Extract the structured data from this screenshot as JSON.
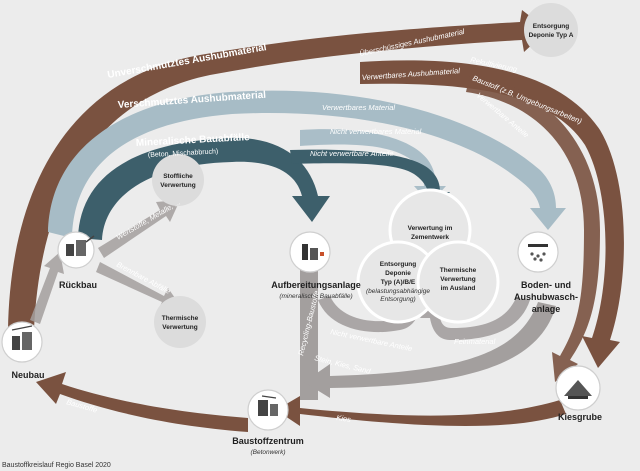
{
  "nodes": {
    "rueckbau": "Rückbau",
    "neubau": "Neubau",
    "aufbereitung_title": "Aufbereitungsanlage",
    "aufbereitung_sub": "(mineralische Bauabfälle)",
    "boden_line1": "Boden- und",
    "boden_line2": "Aushubwasch-",
    "boden_line3": "anlage",
    "kiesgrube": "Kiesgrube",
    "baustoffzentrum_title": "Baustoffzentrum",
    "baustoffzentrum_sub": "(Betonwerk)",
    "stoffliche_1": "Stoffliche",
    "stoffliche_2": "Verwertung",
    "thermische_1": "Thermische",
    "thermische_2": "Verwertung",
    "zement_1": "Verwertung im",
    "zement_2": "Zementwerk",
    "deponie_1": "Entsorgung",
    "deponie_2": "Deponie",
    "deponie_3": "Typ (A)/B/E",
    "deponie_4": "(belastungsabhängige",
    "deponie_5": "Entsorgung)",
    "ausland_1": "Thermische",
    "ausland_2": "Verwertung",
    "ausland_3": "im Ausland",
    "typA_1": "Entsorgung",
    "typA_2": "Deponie Typ A"
  },
  "bands": {
    "unverschmutzt": "Unverschmutztes Aushubmaterial",
    "verschmutzt": "Verschmutztes Aushubmaterial",
    "mineralisch": "Mineralische Bauabfälle",
    "mineralisch_sub": "(Beton, Mischabbruch)"
  },
  "flow_labels": {
    "ueberschuessig": "Überschüssiges Aushubmaterial",
    "verwertbar_aushub": "Verwertbares Aushubmaterial",
    "rekultivierung": "Rekultivierung",
    "baustoff_umgebung": "Baustoff (z.B. Umgebungsarbeiten)",
    "verwertbare_anteile_r": "Verwertbare Anteile",
    "verwertbares_material": "Verwertbares Material",
    "nicht_verwertbares_material": "Nicht verwertbares Material",
    "nicht_verwertbare_anteile": "Nicht verwertbare Anteile",
    "wertstoffe": "Wertstoffe, Metalle, ...",
    "brennbare": "Brennbare Abfälle",
    "recycling": "Recycling-Baustoffe",
    "nicht_verwertbare_anteile_2": "Nicht verwertbare Anteile",
    "feinmaterial": "Feinmaterial",
    "stein_kies_sand": "Stein, Kies, Sand",
    "baustoffe": "Baustoffe",
    "kies": "Kies"
  },
  "footer": "Baustoffkreislauf Regio Basel 2020",
  "colors": {
    "brown": "#7a5240",
    "light_blue": "#a7bcc6",
    "dark_teal": "#3d5f6b",
    "grey": "#a39f9e",
    "background": "#ececec"
  }
}
